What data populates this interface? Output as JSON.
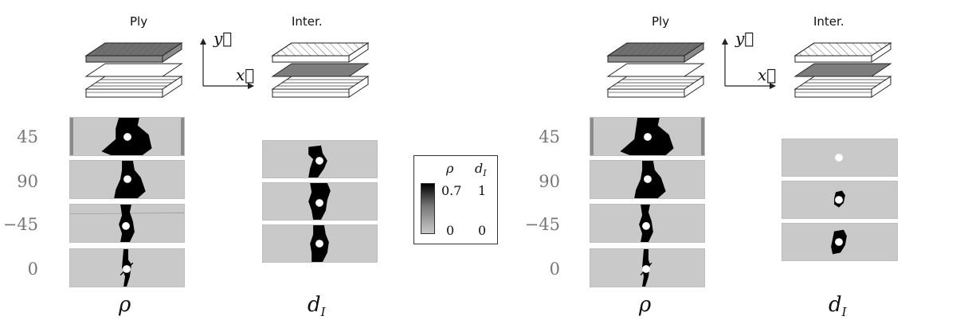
{
  "panels": [
    {
      "ply_header": "Ply",
      "inter_header": "Inter.",
      "axis_x_label": "x⃗",
      "axis_y_label": "y⃗",
      "ply_angles": [
        "45",
        "90",
        "−45",
        "0"
      ],
      "ply_symbol": "ρ",
      "inter_symbol_base": "d",
      "inter_symbol_sub": "I"
    },
    {
      "ply_header": "Ply",
      "inter_header": "Inter.",
      "axis_x_label": "x⃗",
      "axis_y_label": "y⃗",
      "ply_angles": [
        "45",
        "90",
        "−45",
        "0"
      ],
      "ply_symbol": "ρ",
      "inter_symbol_base": "d",
      "inter_symbol_sub": "I"
    }
  ],
  "legend": {
    "col1_header": "ρ",
    "col2_header_base": "d",
    "col2_header_sub": "I",
    "max_rho": "0.7",
    "max_dI": "1",
    "min_rho": "0",
    "min_dI": "0"
  },
  "colors": {
    "damage": "#000000",
    "background_strip": "#c9c9c9",
    "angle_text": "#777777",
    "hole": "#ffffff"
  }
}
